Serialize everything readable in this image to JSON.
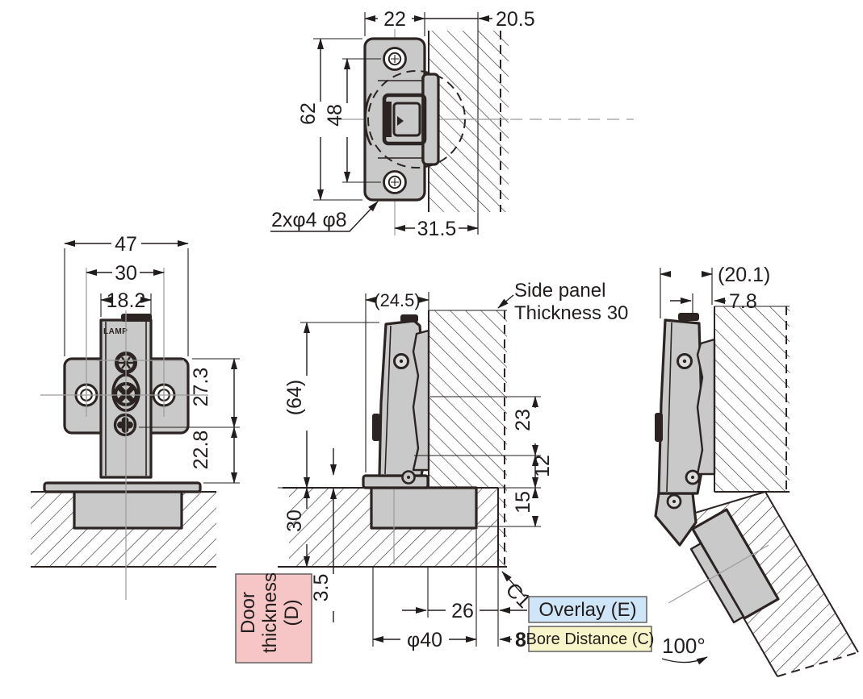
{
  "colors": {
    "line": "#2b2423",
    "metal_gray": "#c9c9c9",
    "centerline_gray": "#9b9b9b",
    "door_label_bg": "#f6c5c5",
    "overlay_bg": "#cfe5f8",
    "bore_bg": "#f9f5cb"
  },
  "top_view": {
    "dim_plate_width": "22",
    "dim_offset": "20.5",
    "dim_plate_height": "62",
    "dim_hole_spacing": "48",
    "dim_center_to_panel": "31.5",
    "holes_note": "2xφ4 φ8"
  },
  "front_view": {
    "dim_overall_width": "47",
    "dim_hole_spacing": "30",
    "dim_arm_width": "18.2",
    "dim_upper": "27.3",
    "dim_lower": "22.8",
    "logo": "LAMP"
  },
  "closed_view": {
    "dim_protrusion": "(24.5)",
    "dim_overall_height": "(64)",
    "dim_door_thickness": "30",
    "dim_flange_height": "3.5",
    "dim_23": "23",
    "dim_12": "12",
    "dim_15": "15",
    "dim_26": "26",
    "dim_bore": "φ40",
    "dim_bore_distance_value": "8",
    "chamfer": "C1",
    "side_panel_line1": "Side panel",
    "side_panel_line2": "Thickness 30"
  },
  "open_view": {
    "dim_total_protrusion": "(20.1)",
    "dim_gap": "7.8",
    "opening_angle": "100°"
  },
  "legend": {
    "door_line1": "Door",
    "door_line2": "thickness",
    "door_line3": "(D)",
    "overlay": "Overlay (E)",
    "bore_distance": "Bore Distance (C)"
  }
}
